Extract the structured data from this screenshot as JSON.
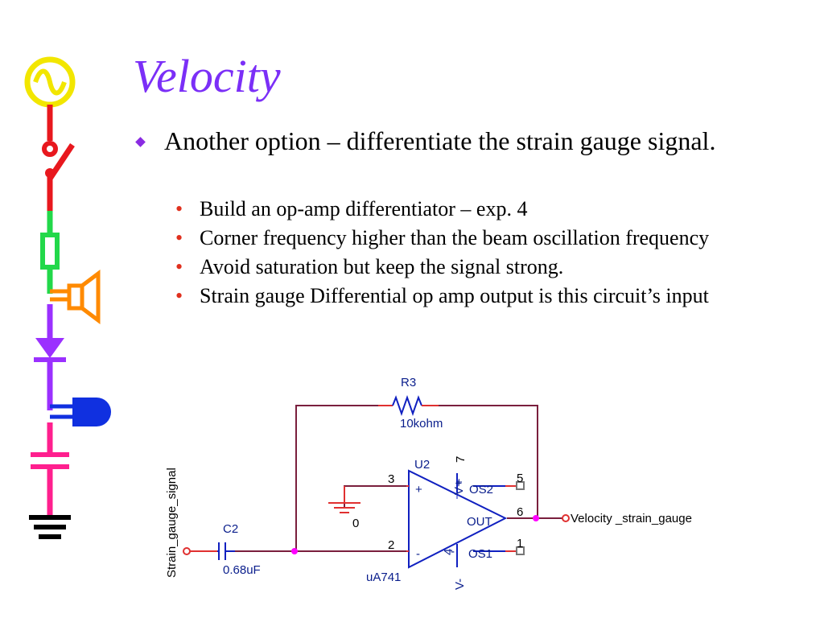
{
  "title": "Velocity",
  "bullets": {
    "main": "Another option – differentiate the strain gauge signal.",
    "sub": [
      "Build an op-amp differentiator – exp. 4",
      "Corner frequency higher than the beam oscillation frequency",
      "Avoid saturation but keep the signal strong.",
      "Strain gauge Differential op amp output is this circuit’s input"
    ]
  },
  "circuit": {
    "r3_name": "R3",
    "r3_value": "10kohm",
    "u2_name": "U2",
    "u2_part": "uA741",
    "c2_name": "C2",
    "c2_value": "0.68uF",
    "ground_label": "0",
    "input_net": "Strain_gauge_signal",
    "output_net": "Velocity _strain_gauge",
    "pin_3": "3",
    "pin_2": "2",
    "pin_7": "7",
    "pin_4": "4",
    "pin_5": "5",
    "pin_6": "6",
    "pin_1": "1",
    "plus_sign": "+",
    "minus_sign": "-",
    "vplus": "V+",
    "vminus": "V-",
    "os2": "OS2",
    "os1": "OS1",
    "out": "OUT",
    "sup_plus": "+",
    "sup_minus": "-"
  }
}
